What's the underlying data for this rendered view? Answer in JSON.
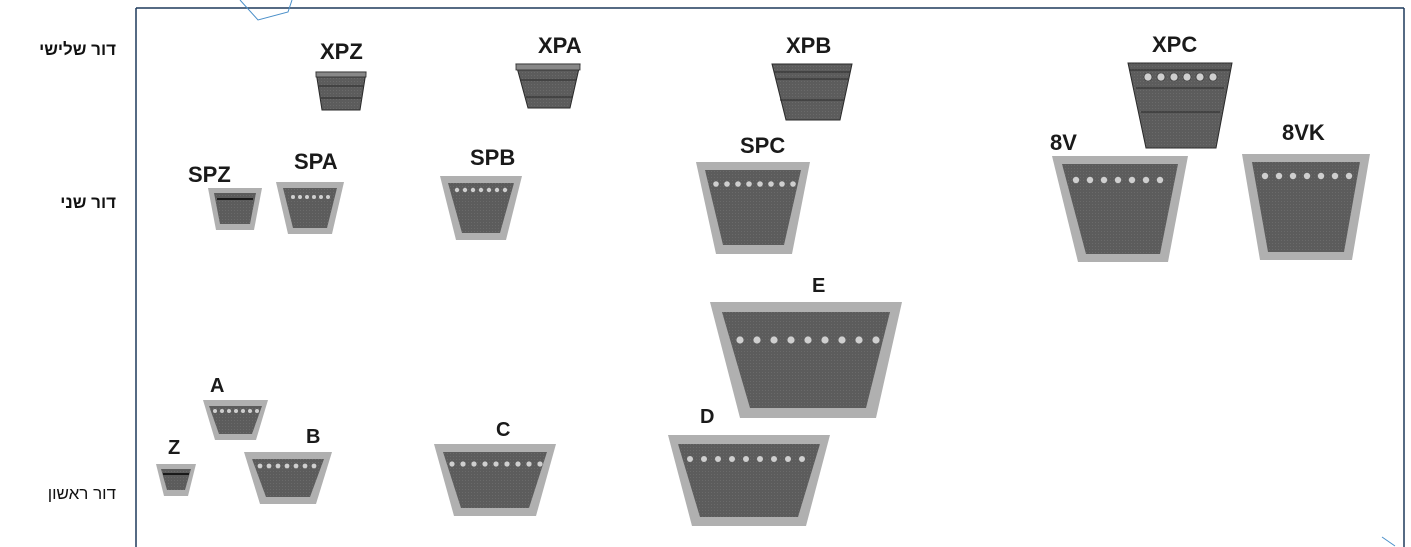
{
  "row_labels": {
    "third_generation": "דור שלישי",
    "second_generation": "דור שני",
    "first_generation": "דור ראשון"
  },
  "belts": {
    "third": [
      "XPZ",
      "XPA",
      "XPB",
      "XPC"
    ],
    "second": [
      "SPZ",
      "SPA",
      "SPB",
      "SPC",
      "8V",
      "8VK"
    ],
    "first": [
      "Z",
      "A",
      "B",
      "C",
      "D",
      "E"
    ]
  },
  "colors": {
    "frame": "#1f3a5c",
    "belt_core": "#5a5a5a",
    "belt_outer": "#b0b0b0",
    "cord_dot": "#cfcfcf",
    "stray_line": "#4a8fc9"
  }
}
